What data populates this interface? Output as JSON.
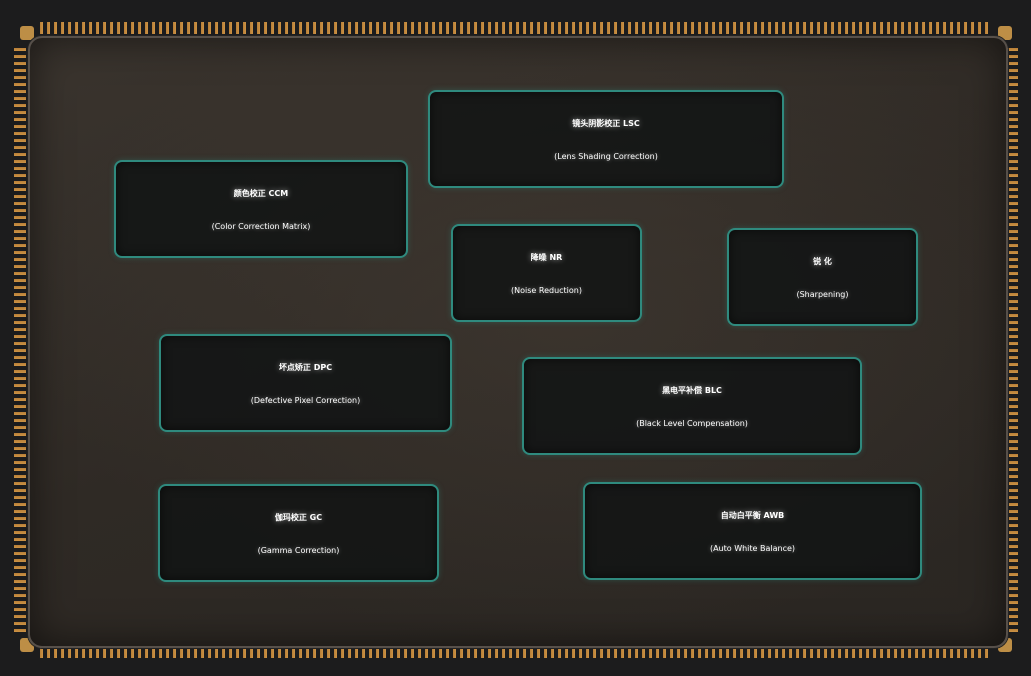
{
  "modules": {
    "lsc": {
      "title": "镜头阴影校正 LSC",
      "subtitle": "(Lens Shading Correction)"
    },
    "ccm": {
      "title": "颜色校正 CCM",
      "subtitle": "(Color Correction Matrix)"
    },
    "nr": {
      "title": "降噪 NR",
      "subtitle": "(Noise Reduction)"
    },
    "sharpening": {
      "title": "锐 化",
      "subtitle": "(Sharpening)"
    },
    "dpc": {
      "title": "坏点矫正 DPC",
      "subtitle": "(Defective Pixel Correction)"
    },
    "blc": {
      "title": "黑电平补偿 BLC",
      "subtitle": "(Black Level Compensation)"
    },
    "gc": {
      "title": "伽玛校正 GC",
      "subtitle": "(Gamma Correction)"
    },
    "awb": {
      "title": "自动白平衡 AWB",
      "subtitle": "(Auto White Balance)"
    }
  },
  "colors": {
    "box_border": "#2f8a7e",
    "box_fill": "#121414",
    "chip_surface": "#342f2a",
    "pins": "#e0a04a",
    "text": "#ffffff"
  }
}
